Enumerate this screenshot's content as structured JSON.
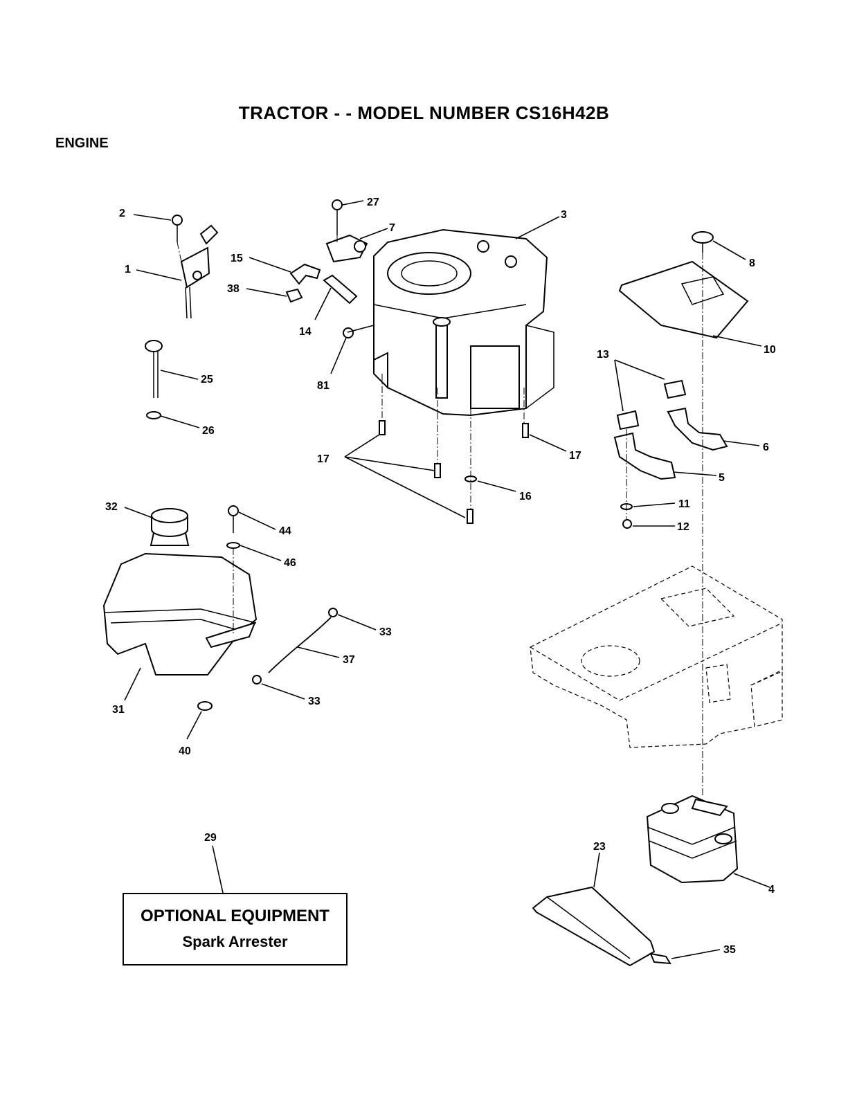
{
  "header": {
    "title": "TRACTOR - - MODEL NUMBER CS16H42B",
    "section": "ENGINE"
  },
  "callouts": [
    "2",
    "1",
    "27",
    "7",
    "3",
    "15",
    "38",
    "14",
    "81",
    "8",
    "10",
    "13",
    "25",
    "26",
    "17",
    "17",
    "16",
    "6",
    "5",
    "11",
    "12",
    "32",
    "44",
    "46",
    "31",
    "40",
    "33",
    "37",
    "33",
    "29",
    "23",
    "4",
    "35"
  ],
  "optional_equipment": {
    "title": "OPTIONAL EQUIPMENT",
    "item": "Spark Arrester"
  }
}
